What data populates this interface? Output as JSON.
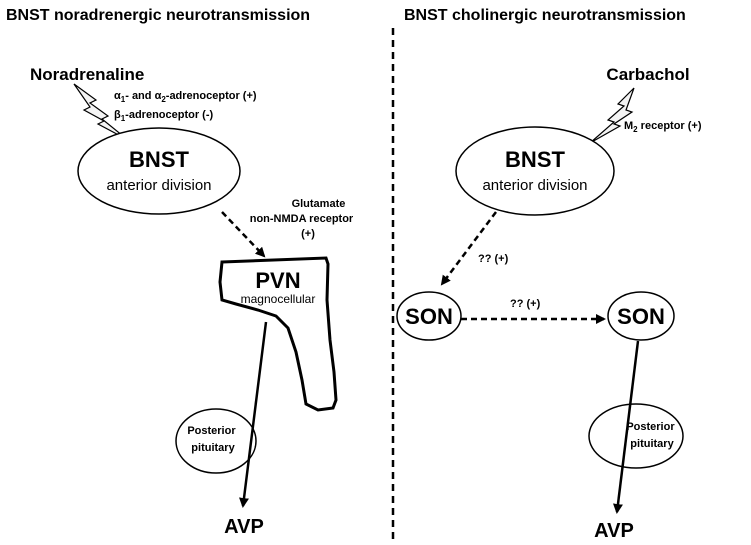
{
  "left_panel": {
    "title": "BNST noradrenergic neurotransmission",
    "stimulus": "Noradrenaline",
    "receptor_alpha": {
      "a1": "α",
      "s1": "1",
      "mid": "- and ",
      "a2": "α",
      "s2": "2",
      "tail": "-adrenoceptor (+)"
    },
    "receptor_beta": {
      "b": "β",
      "s": "1",
      "tail": "-adrenoceptor (-)"
    },
    "bnst_label": "BNST",
    "bnst_sub": "anterior division",
    "glutamate_lines": [
      "Glutamate",
      "non-NMDA receptor",
      "(+)"
    ],
    "pvn_label": "PVN",
    "pvn_sub": "magnocellular",
    "pituitary_lines": [
      "Posterior",
      "pituitary"
    ],
    "output": "AVP"
  },
  "right_panel": {
    "title": "BNST cholinergic neurotransmission",
    "stimulus": "Carbachol",
    "receptor": {
      "m": "M",
      "s": "2",
      "tail": " receptor (+)"
    },
    "bnst_label": "BNST",
    "bnst_sub": "anterior division",
    "unknown_1": "?? (+)",
    "son_left": "SON",
    "unknown_2": "?? (+)",
    "son_right": "SON",
    "pituitary_lines": [
      "Posterior",
      "pituitary"
    ],
    "output": "AVP"
  }
}
